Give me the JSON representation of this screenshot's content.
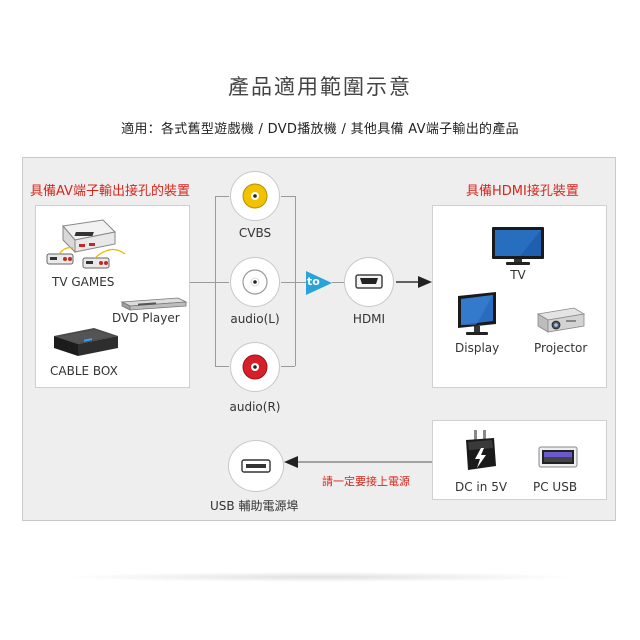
{
  "title": "產品適用範圍示意",
  "subtitle": "適用：各式舊型遊戲機 / DVD播放機 / 其他具備 AV端子輸出的產品",
  "left_panel": {
    "heading": "具備AV端子輸出接孔的裝置",
    "devices": [
      {
        "label": "TV GAMES",
        "icon": "game-console-icon"
      },
      {
        "label": "DVD Player",
        "icon": "dvd-player-icon"
      },
      {
        "label": "CABLE BOX",
        "icon": "cable-box-icon"
      }
    ]
  },
  "connectors": {
    "cvbs": {
      "label": "CVBS",
      "color": "#f2c200"
    },
    "audio_l": {
      "label": "audio(L)",
      "color": "#ffffff"
    },
    "audio_r": {
      "label": "audio(R)",
      "color": "#d71f2b"
    },
    "to_badge": "to",
    "hdmi": {
      "label": "HDMI"
    }
  },
  "right_panel": {
    "heading": "具備HDMI接孔裝置",
    "devices": [
      {
        "label": "TV",
        "icon": "tv-icon"
      },
      {
        "label": "Display",
        "icon": "monitor-icon"
      },
      {
        "label": "Projector",
        "icon": "projector-icon"
      }
    ]
  },
  "power": {
    "usb_port_label": "USB 輔助電源埠",
    "arrow_note": "請一定要接上電源",
    "sources": [
      {
        "label": "DC in 5V",
        "icon": "wall-plug-icon"
      },
      {
        "label": "PC USB",
        "icon": "usb-port-icon"
      }
    ]
  },
  "colors": {
    "accent_red": "#d7261e",
    "badge_blue": "#2aa3d8",
    "panel_bg": "#ffffff",
    "frame_bg": "#eeeeee"
  }
}
